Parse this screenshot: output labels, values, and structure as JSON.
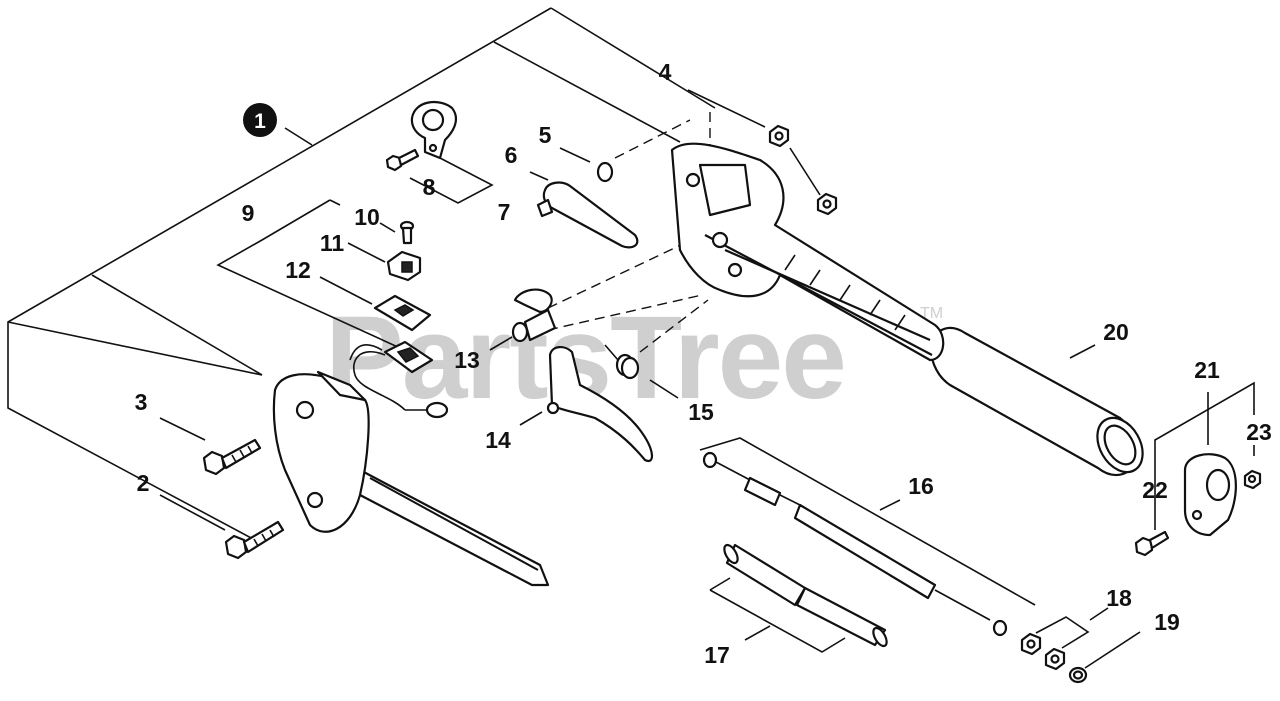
{
  "watermark": {
    "text": "PartsTree",
    "trademark": "TM"
  },
  "assembly_marker": "1",
  "part_labels": [
    "2",
    "3",
    "4",
    "5",
    "6",
    "7",
    "8",
    "9",
    "10",
    "11",
    "12",
    "13",
    "14",
    "15",
    "16",
    "17",
    "18",
    "19",
    "20",
    "21",
    "22",
    "23"
  ]
}
